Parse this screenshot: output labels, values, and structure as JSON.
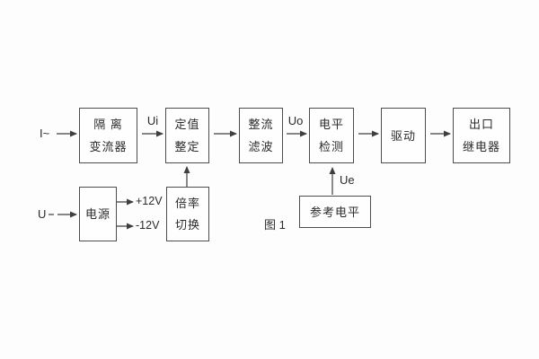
{
  "diagram": {
    "caption": "图 1",
    "inputs": {
      "current": "I~",
      "voltage": "U"
    },
    "signals": {
      "ui": "Ui",
      "uo": "Uo",
      "ue": "Ue",
      "plus12v": "+12V",
      "minus12v": "-12V"
    },
    "blocks": {
      "isolation": {
        "line1": "隔 离",
        "line2": "变流器"
      },
      "setting": {
        "line1": "定值",
        "line2": "整定"
      },
      "rectifier": {
        "line1": "整流",
        "line2": "滤波"
      },
      "level": {
        "line1": "电平",
        "line2": "检测"
      },
      "drive": {
        "label": "驱动"
      },
      "relay": {
        "line1": "出口",
        "line2": "继电器"
      },
      "power": {
        "label": "电源"
      },
      "ratio": {
        "line1": "倍率",
        "line2": "切换"
      },
      "reference": {
        "label": "参考电平"
      }
    },
    "colors": {
      "line": "#3f3f3f",
      "text": "#2b2b2b",
      "background": "#fdfdfd"
    }
  }
}
